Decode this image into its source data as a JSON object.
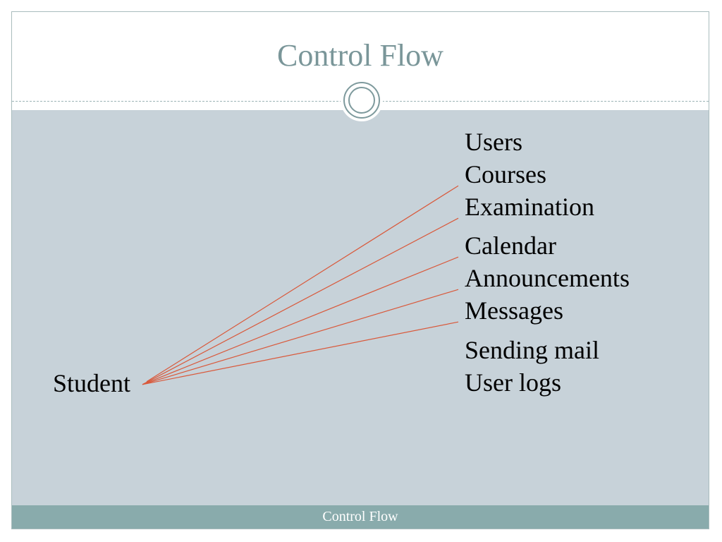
{
  "slide": {
    "title": "Control Flow",
    "footer": "Control Flow"
  },
  "diagram": {
    "source": "Student",
    "targets": [
      "Users",
      "Courses",
      "Examination",
      "Calendar",
      "Announcements",
      "Messages",
      "Sending mail",
      "User logs"
    ],
    "connected_targets": [
      "Courses",
      "Examination",
      "Calendar",
      "Announcements",
      "Messages"
    ],
    "connector_color": "#d9593b",
    "title_color": "#7a9699",
    "body_color": "#c7d2d9",
    "footer_color": "#89abac"
  }
}
